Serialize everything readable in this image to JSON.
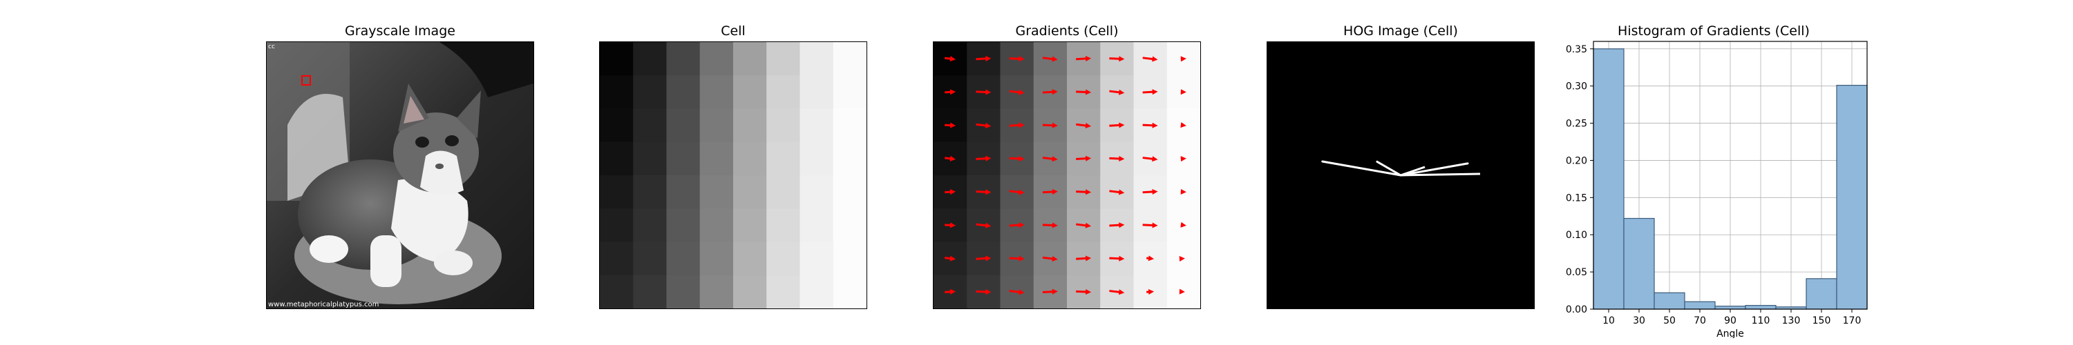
{
  "panels": {
    "grayscale": {
      "title": "Grayscale Image",
      "corner_text": "cc",
      "watermark": "www.metaphoricalplatypus.com"
    },
    "cell": {
      "title": "Cell"
    },
    "gradients": {
      "title": "Gradients (Cell)"
    },
    "hog": {
      "title": "HOG Image (Cell)"
    },
    "histogram": {
      "title": "Histogram of Gradients (Cell)"
    }
  },
  "colors": {
    "arrow": "#ff0000",
    "bar_fill": "#8fb8db",
    "bar_edge": "#3d5b7a",
    "box": "#ff0000"
  },
  "cell_grid": {
    "rows": 8,
    "cols": 8,
    "gray_levels": [
      [
        4,
        30,
        70,
        115,
        160,
        205,
        235,
        250
      ],
      [
        10,
        35,
        75,
        120,
        165,
        210,
        235,
        250
      ],
      [
        12,
        38,
        78,
        122,
        168,
        212,
        238,
        252
      ],
      [
        18,
        40,
        80,
        125,
        170,
        215,
        238,
        252
      ],
      [
        25,
        45,
        85,
        128,
        172,
        215,
        240,
        252
      ],
      [
        30,
        48,
        88,
        130,
        175,
        218,
        240,
        252
      ],
      [
        35,
        50,
        90,
        132,
        178,
        220,
        242,
        252
      ],
      [
        40,
        55,
        92,
        135,
        180,
        222,
        242,
        252
      ]
    ]
  },
  "hog_lines": [
    {
      "angle_deg": 10,
      "strength": 0.35
    },
    {
      "angle_deg": 30,
      "strength": 0.12
    },
    {
      "angle_deg": 170,
      "strength": 0.3
    }
  ],
  "chart_data": {
    "type": "bar",
    "title": "Histogram of Gradients (Cell)",
    "xlabel": "Angle",
    "ylabel": "",
    "categories": [
      "10",
      "30",
      "50",
      "70",
      "90",
      "110",
      "130",
      "150",
      "170"
    ],
    "values": [
      0.35,
      0.122,
      0.022,
      0.01,
      0.004,
      0.005,
      0.003,
      0.041,
      0.301
    ],
    "ylim": [
      0,
      0.36
    ],
    "yticks": [
      "0.00",
      "0.05",
      "0.10",
      "0.15",
      "0.20",
      "0.25",
      "0.30",
      "0.35"
    ],
    "grid": true
  }
}
